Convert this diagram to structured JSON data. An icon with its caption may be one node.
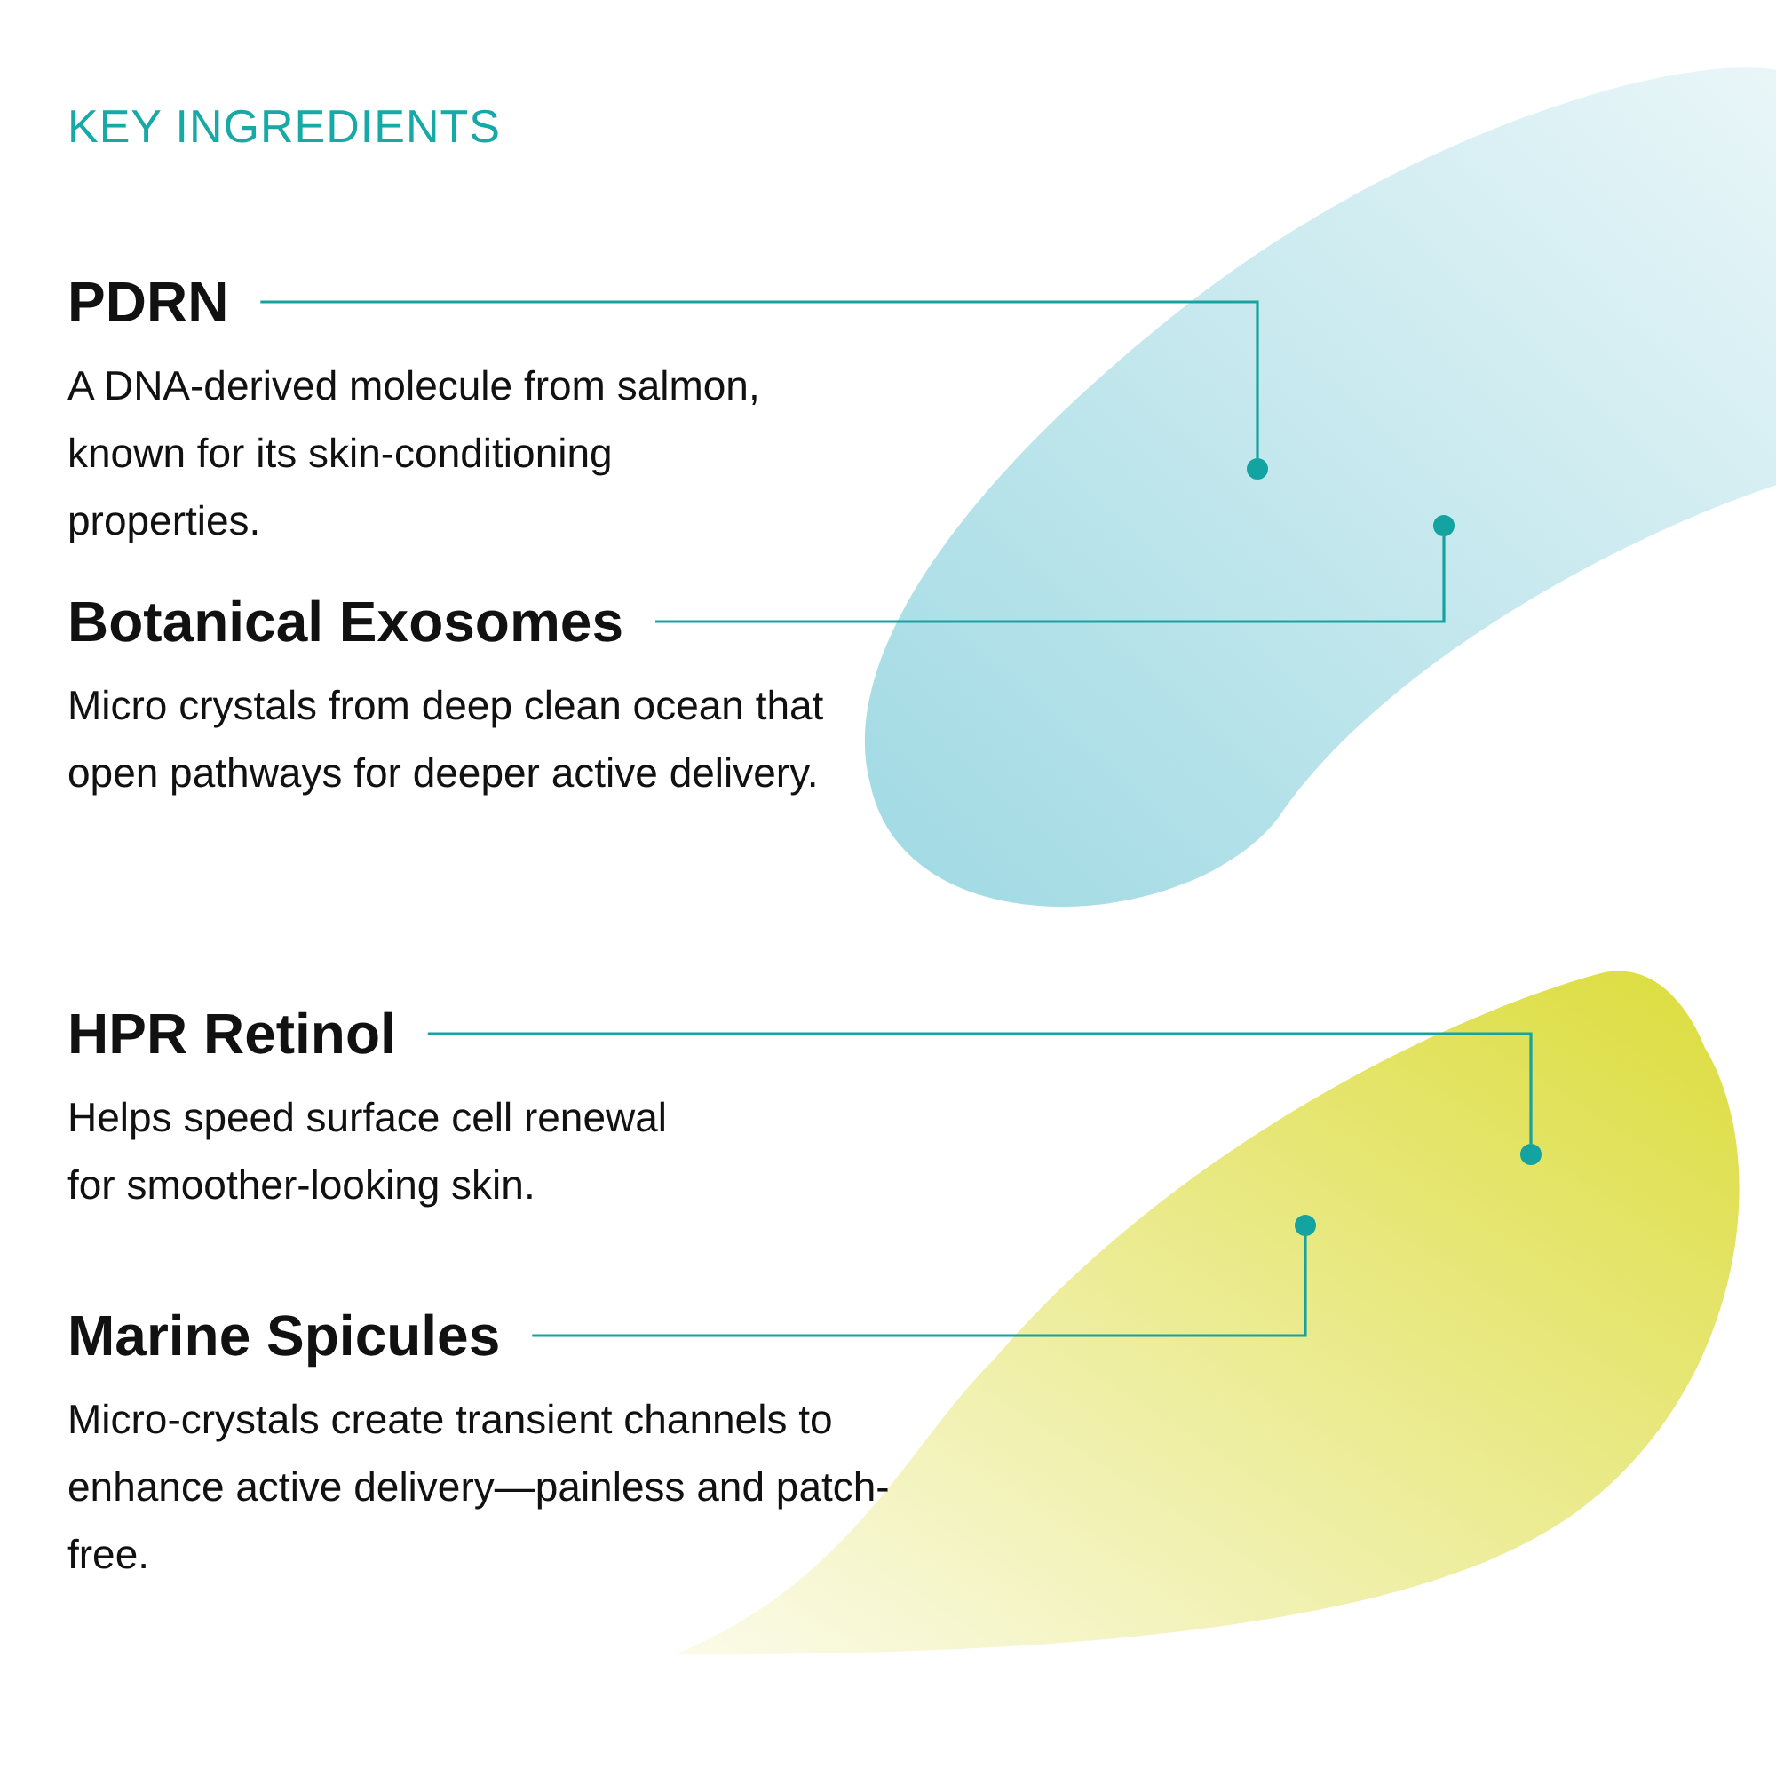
{
  "diagram": {
    "title": "KEY INGREDIENTS",
    "nodes": [
      {
        "text": [
          "PDRN",
          "A DNA-derived molecule from salmon, known for its skin-conditioning properties."
        ]
      },
      {
        "text": [
          "Botanical Exosomes",
          "Micro crystals from deep clean ocean that open pathways for deeper active delivery."
        ]
      },
      {
        "text": [
          "HPR Retinol",
          "Helps speed surface cell renewal for smoother-looking skin."
        ]
      },
      {
        "text": [
          "Marine Spicules",
          "Micro-crystals create transient channels to enhance active delivery—painless and patch-free."
        ]
      },
      {
        "text": [],
        "shape": "picture"
      },
      {
        "text": [],
        "shape": "picture"
      },
      {
        "text": [],
        "shape": "circle",
        "in": 4
      },
      {
        "text": [],
        "shape": "circle",
        "in": 4
      },
      {
        "text": [],
        "shape": "circle",
        "in": 5
      },
      {
        "text": [],
        "shape": "circle",
        "in": 5
      }
    ],
    "edges": [
      {
        "from": 0,
        "to": 6,
        "arrow": "none"
      },
      {
        "from": 1,
        "to": 7,
        "arrow": "none"
      },
      {
        "from": 2,
        "to": 8,
        "arrow": "none"
      },
      {
        "from": 3,
        "to": 9,
        "arrow": "none"
      }
    ]
  }
}
